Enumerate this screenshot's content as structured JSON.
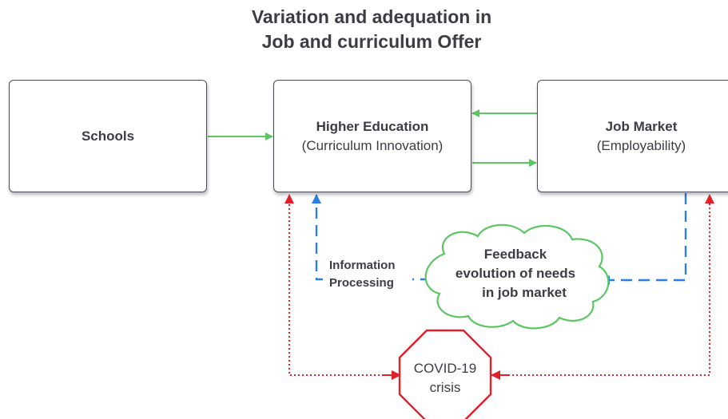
{
  "title": {
    "line1": "Variation and adequation in",
    "line2": "Job and curriculum Offer"
  },
  "boxes": {
    "schools": {
      "label": "Schools"
    },
    "higher_education": {
      "label": "Higher Education",
      "sublabel": "(Curriculum Innovation)"
    },
    "job_market": {
      "label": "Job Market",
      "sublabel": "(Employability)"
    }
  },
  "information_processing": {
    "line1": "Information",
    "line2": "Processing"
  },
  "feedback_cloud": {
    "line1": "Feedback",
    "line2": "evolution of needs",
    "line3": "in job market"
  },
  "covid": {
    "line1": "COVID-19",
    "line2": "crisis"
  },
  "colors": {
    "green_arrow": "#5cc663",
    "blue_arrow": "#2b7fe0",
    "red_arrow": "#e2202a",
    "box_border": "#4a4d55",
    "text": "#3a3d44"
  }
}
